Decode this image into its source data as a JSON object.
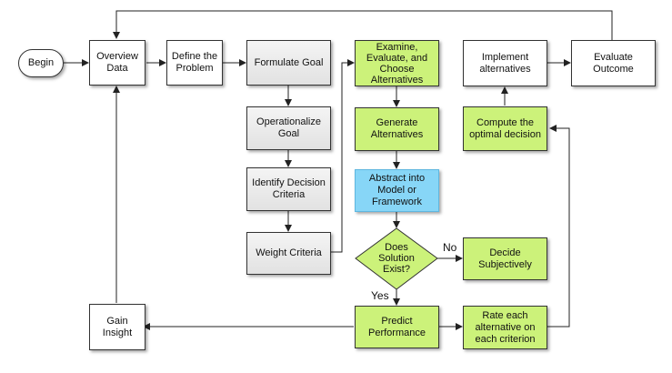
{
  "nodes": {
    "begin": "Begin",
    "overview_data": "Overview\nData",
    "define_problem": "Define the\nProblem",
    "formulate_goal": "Formulate Goal",
    "operationalize_goal": "Operationalize\nGoal",
    "identify_criteria": "Identify Decision\nCriteria",
    "weight_criteria": "Weight Criteria",
    "examine": "Examine,\nEvaluate, and\nChoose\nAlternatives",
    "generate": "Generate\nAlternatives",
    "abstract": "Abstract into\nModel or\nFramework",
    "solution_exists": "Does\nSolution\nExist?",
    "decide_subjectively": "Decide\nSubjectively",
    "predict_performance": "Predict\nPerformance",
    "rate_alternatives": "Rate each\nalternative on\neach criterion",
    "compute_optimal": "Compute the\noptimal decision",
    "implement": "Implement\nalternatives",
    "evaluate_outcome": "Evaluate\nOutcome",
    "gain_insight": "Gain\nInsight"
  },
  "edge_labels": {
    "no": "No",
    "yes": "Yes"
  },
  "colors": {
    "green_fill": "#ccf27a",
    "blue_fill": "#87d6f7",
    "gray_fill": "#e8e8e8",
    "line": "#222222"
  }
}
